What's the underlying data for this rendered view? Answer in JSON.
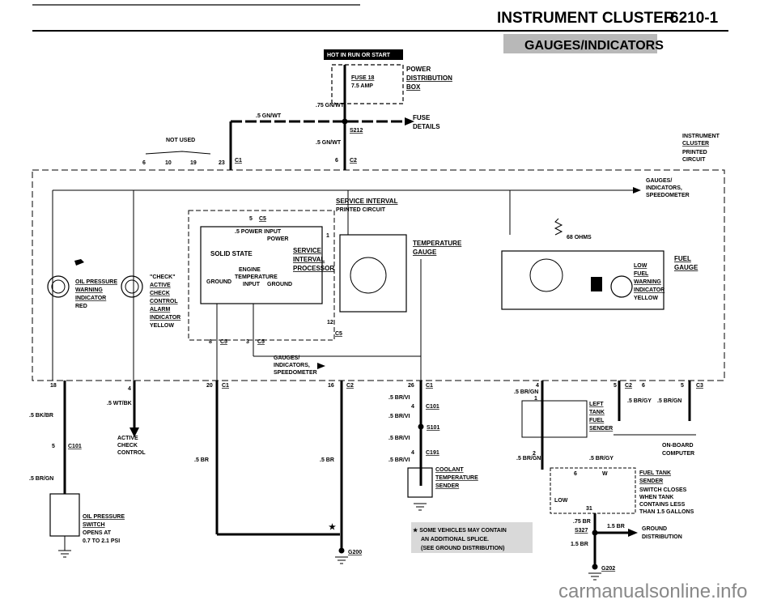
{
  "header": {
    "title": "INSTRUMENT CLUSTER",
    "page_number": "6210-1",
    "section_banner": "GAUGES/INDICATORS",
    "power_tag": "HOT IN RUN OR START"
  },
  "top": {
    "fuse": "FUSE 18",
    "fuse_amp": "7.5 AMP",
    "power_dist_1": "POWER",
    "power_dist_2": "DISTRIBUTION",
    "power_dist_3": "BOX",
    "fuse_details_1": "FUSE",
    "fuse_details_2": "DETAILS",
    "wire_075_gnwt": ".75 GN/WT",
    "wire_05_gnwt_a": ".5 GN/WT",
    "wire_05_gnwt_b": ".5 GN/WT",
    "splice_s212": "S212",
    "not_used": "NOT USED",
    "pin_6a": "6",
    "pin_10": "10",
    "pin_19": "19",
    "pin_23": "23",
    "conn_c1_top": "C1",
    "pin_6b": "6",
    "conn_c2_top": "C2"
  },
  "cluster": {
    "label_1": "INSTRUMENT",
    "label_2": "CLUSTER",
    "label_3": "PRINTED",
    "label_4": "CIRCUIT",
    "gauges_1": "GAUGES/",
    "gauges_2": "INDICATORS,",
    "gauges_3": "SPEEDOMETER"
  },
  "service": {
    "title": "SERVICE INTERVAL",
    "subtitle": "PRINTED CIRCUIT",
    "pin_5": "5",
    "conn_c5": "C5",
    "power_input_1": ".5 POWER INPUT",
    "power_input_2": "POWER",
    "solid_state": "SOLID STATE",
    "engine": "ENGINE",
    "temp_1": "TEMPERATURE",
    "temp_2": "INPUT",
    "ground": "GROUND",
    "ground_b": "GROUND",
    "sip_1": "SERVICE",
    "sip_2": "INTERVAL",
    "sip_3": "PROCESSOR",
    "pin_1": "1",
    "pin_12": "12",
    "conn_c5_b": "C5",
    "pin_8": "8",
    "conn_c5_c": "C5",
    "pin_3": "3",
    "conn_c5_d": "C5",
    "gauges_1": "GAUGES/",
    "gauges_2": "INDICATORS,",
    "gauges_3": "SPEEDOMETER"
  },
  "left": {
    "oil_1": "OIL PRESSURE",
    "oil_2": "WARNING",
    "oil_3": "INDICATOR",
    "oil_4": "RED",
    "check_1": "\"CHECK\"",
    "check_2": "ACTIVE",
    "check_3": "CHECK",
    "check_4": "CONTROL",
    "check_5": "ALARM",
    "check_6": "INDICATOR",
    "check_7": "YELLOW",
    "pin_18": "18",
    "pin_4": "4",
    "wire_bkbr": ".5 BK/BR",
    "wire_wtbk": ".5 WT/BK",
    "acc_1": "ACTIVE",
    "acc_2": "CHECK",
    "acc_3": "CONTROL",
    "pin_5": "5",
    "conn_c101": "C101",
    "wire_brgn": ".5 BR/GN",
    "oil_sw_1": "OIL PRESSURE",
    "oil_sw_2": "SWITCH",
    "oil_sw_3": "OPENS AT",
    "oil_sw_4": "0.7 TO 2.1 PSI"
  },
  "middle": {
    "pin_20": "20",
    "conn_c1": "C1",
    "wire_br_a": ".5 BR",
    "pin_16": "16",
    "conn_c2": "C2",
    "wire_br_b": ".5 BR",
    "ground_g200": "G200",
    "star": "★"
  },
  "temp": {
    "gauge_1": "TEMPERATURE",
    "gauge_2": "GAUGE",
    "pin_26": "26",
    "conn_c1": "C1",
    "wire_brvi_a": ".5 BR/VI",
    "pin_4a": "4",
    "conn_c101": "C101",
    "wire_brvi_b": ".5 BR/VI",
    "splice_s101": "S101",
    "wire_brvi_c": ".5 BR/VI",
    "pin_4b": "4",
    "conn_c191": "C191",
    "wire_brvi_d": ".5 BR/VI",
    "sender_1": "COOLANT",
    "sender_2": "TEMPERATURE",
    "sender_3": "SENDER",
    "note_1": "★ SOME VEHICLES MAY CONTAIN",
    "note_2": "AN ADDITIONAL SPLICE.",
    "note_3": "(SEE GROUND DISTRIBUTION)"
  },
  "fuel": {
    "ohms": "68 OHMS",
    "gauge_1": "FUEL",
    "gauge_2": "GAUGE",
    "low_1": "LOW",
    "low_2": "FUEL",
    "low_3": "WARNING",
    "low_4": "INDICATOR",
    "low_5": "YELLOW",
    "pin_4": "4",
    "wire_brgn_a": ".5 BR/GN",
    "pin_1": "1",
    "pin_5": "5",
    "conn_c2": "C2",
    "pin_6": "6",
    "pin_5b": "5",
    "conn_c3": "C3",
    "wire_brgy": ".5 BR/GY",
    "wire_brgn_b": ".5 BR/GN",
    "left_tank_1": "LEFT",
    "left_tank_2": "TANK",
    "left_tank_3": "FUEL",
    "left_tank_4": "SENDER",
    "on_board_1": "ON-BOARD",
    "on_board_2": "COMPUTER",
    "pin_2": "2",
    "wire_brgn_c": ".5 BR/GN",
    "wire_brgy_b": ".5 BR/GY",
    "ft_1": "FUEL TANK",
    "ft_2": "SENDER",
    "ft_3": "SWITCH CLOSES",
    "ft_4": "WHEN TANK",
    "ft_5": "CONTAINS LESS",
    "ft_6": "THAN 1.5 GALLONS",
    "pin_6b": "6",
    "pin_w": "W",
    "pin_31": "31",
    "low_word": "LOW",
    "wire_75br": ".75 BR",
    "wire_15br_a": "1.5 BR",
    "splice_s327": "S327",
    "wire_15br_b": "1.5 BR",
    "ground_1": "GROUND",
    "ground_2": "DISTRIBUTION",
    "ground_g202": "G202"
  },
  "watermark": "carmanualsonline.info"
}
